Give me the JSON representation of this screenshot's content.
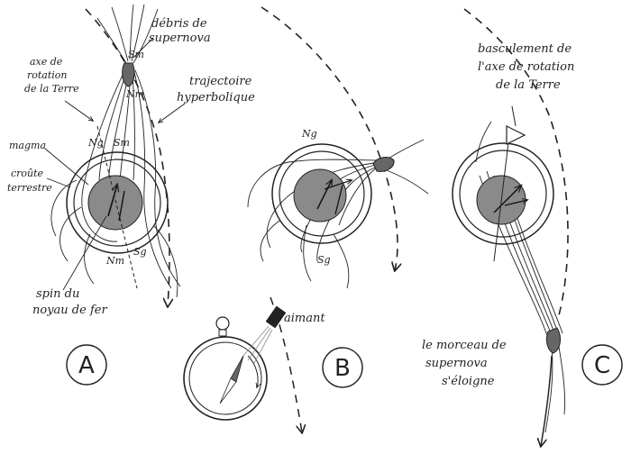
{
  "labels": {
    "debris_line1": "débris de",
    "debris_line2": "supernova",
    "sm_top": "Sm",
    "nm_top": "Nm",
    "trajectoire_line1": "trajectoire",
    "trajectoire_line2": "hyperbolique",
    "axe_line1": "axe de",
    "axe_line2": "rotation",
    "axe_line3": "de la Terre",
    "ng_a": "Ng",
    "sm_a": "Sm",
    "magma": "magma",
    "croute_line1": "croûte",
    "croute_line2": "terrestre",
    "nm_a": "Nm",
    "sg_a": "Sg",
    "spin_line1": "spin du",
    "spin_line2": "noyau de fer",
    "ng_b": "Ng",
    "sg_b": "Sg",
    "aimant": "aimant",
    "bascule_line1": "basculement de",
    "bascule_line2": "l'axe de rotation",
    "bascule_line3": "de la Terre",
    "morceau_line1": "le morceau de",
    "morceau_line2": "supernova",
    "morceau_line3": "s'éloigne"
  },
  "panels": {
    "a": "A",
    "b": "B",
    "c": "C"
  },
  "colors": {
    "ink": "#222222",
    "core": "#8a8a8a",
    "meteor": "#666666"
  }
}
